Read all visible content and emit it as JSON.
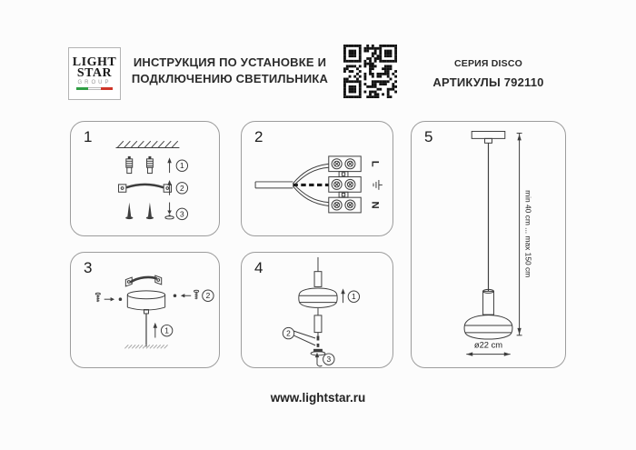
{
  "header": {
    "logo_line1": "LIGHT",
    "logo_line2": "STAR",
    "logo_line3": "GROUP",
    "title_line1": "ИНСТРУКЦИЯ ПО УСТАНОВКЕ И",
    "title_line2": "ПОДКЛЮЧЕНИЮ СВЕТИЛЬНИКА",
    "series": "СЕРИЯ DISCO",
    "articles": "АРТИКУЛЫ 792110"
  },
  "panels": {
    "p1": {
      "number": "1",
      "callout1": "1",
      "callout2": "2",
      "callout3": "3"
    },
    "p2": {
      "number": "2",
      "label_l": "L",
      "label_n": "N"
    },
    "p3": {
      "number": "3",
      "callout1": "1",
      "callout2": "2"
    },
    "p4": {
      "number": "4",
      "callout1": "1",
      "callout2": "2",
      "callout3": "3"
    },
    "p5": {
      "number": "5",
      "dim_height": "min 40 cm ... max 150 cm",
      "dim_diameter": "ø22 cm"
    }
  },
  "footer": {
    "url": "www.lightstar.ru"
  },
  "colors": {
    "line": "#3d3d3d",
    "panel_border": "#9c9c9c",
    "flag_green": "#2f9e44",
    "flag_red": "#cf3528"
  }
}
